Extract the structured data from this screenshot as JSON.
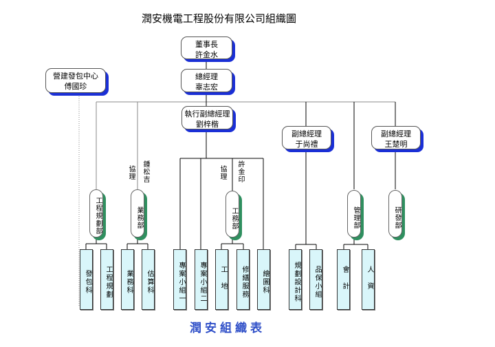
{
  "title": "潤安機電工程股份有限公司組織圖",
  "footer": "潤安組織表",
  "colors": {
    "exec_shadow": "#1a2fd6",
    "dept_shadow": "#2f8f5f",
    "unit_fill": "#d9f6fa",
    "footer_text": "#2f4fc8"
  },
  "executives": {
    "chairman": {
      "role": "董事長",
      "name": "許金水"
    },
    "general_manager": {
      "role": "總經理",
      "name": "辜志宏"
    },
    "contract_center": {
      "role": "營建發包中心",
      "name": "傅國珍"
    },
    "exec_vp": {
      "role": "執行副總經理",
      "name": "劉梓楷"
    },
    "vp1": {
      "role": "副總經理",
      "name": "于尚禮"
    },
    "vp2": {
      "role": "副總經理",
      "name": "王楚明"
    }
  },
  "departments": {
    "engineering_planning": "工程規劃部",
    "business": "業務部",
    "engineering": "工務部",
    "management": "管理部",
    "rnd": "研發部"
  },
  "notes": {
    "business_role": "協理",
    "business_name": "鍾松吉",
    "engineering_role": "協理",
    "engineering_name": "許金印"
  },
  "units": [
    "發包科",
    "工程規劃",
    "業務科",
    "估算科",
    "專案小組一",
    "專案小組二",
    "工地",
    "修繕服務",
    "繪圖科",
    "規劃設計科",
    "品保小組",
    "會計",
    "人資"
  ]
}
